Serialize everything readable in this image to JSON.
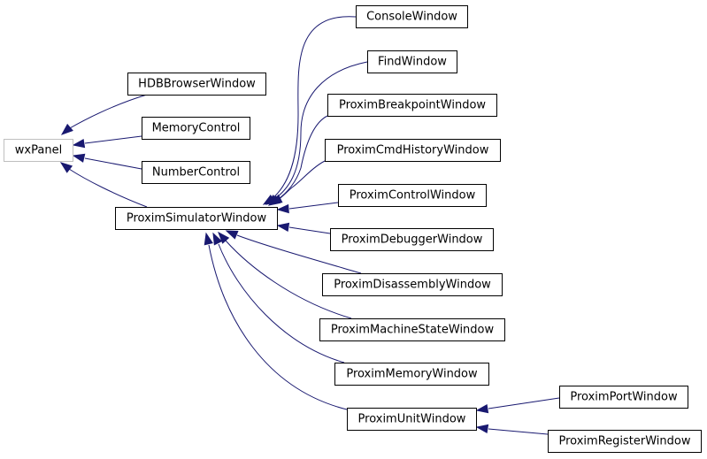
{
  "diagram": {
    "nodes": [
      {
        "id": "wxpanel",
        "label": "wxPanel",
        "muted": true
      },
      {
        "id": "hdb",
        "label": "HDBBrowserWindow"
      },
      {
        "id": "memctl",
        "label": "MemoryControl"
      },
      {
        "id": "numctl",
        "label": "NumberControl"
      },
      {
        "id": "simwin",
        "label": "ProximSimulatorWindow"
      },
      {
        "id": "console",
        "label": "ConsoleWindow"
      },
      {
        "id": "find",
        "label": "FindWindow"
      },
      {
        "id": "bp",
        "label": "ProximBreakpointWindow"
      },
      {
        "id": "cmdhist",
        "label": "ProximCmdHistoryWindow"
      },
      {
        "id": "control",
        "label": "ProximControlWindow"
      },
      {
        "id": "debugger",
        "label": "ProximDebuggerWindow"
      },
      {
        "id": "disasm",
        "label": "ProximDisassemblyWindow"
      },
      {
        "id": "machstate",
        "label": "ProximMachineStateWindow"
      },
      {
        "id": "memwin",
        "label": "ProximMemoryWindow"
      },
      {
        "id": "unit",
        "label": "ProximUnitWindow"
      },
      {
        "id": "port",
        "label": "ProximPortWindow"
      },
      {
        "id": "register",
        "label": "ProximRegisterWindow"
      }
    ],
    "edges": [
      {
        "from": "hdb",
        "to": "wxpanel"
      },
      {
        "from": "memctl",
        "to": "wxpanel"
      },
      {
        "from": "numctl",
        "to": "wxpanel"
      },
      {
        "from": "simwin",
        "to": "wxpanel"
      },
      {
        "from": "console",
        "to": "simwin"
      },
      {
        "from": "find",
        "to": "simwin"
      },
      {
        "from": "bp",
        "to": "simwin"
      },
      {
        "from": "cmdhist",
        "to": "simwin"
      },
      {
        "from": "control",
        "to": "simwin"
      },
      {
        "from": "debugger",
        "to": "simwin"
      },
      {
        "from": "disasm",
        "to": "simwin"
      },
      {
        "from": "machstate",
        "to": "simwin"
      },
      {
        "from": "memwin",
        "to": "simwin"
      },
      {
        "from": "unit",
        "to": "simwin"
      },
      {
        "from": "port",
        "to": "unit"
      },
      {
        "from": "register",
        "to": "unit"
      }
    ],
    "colors": {
      "edge": "#191970",
      "node_border": "#000000",
      "root_border": "#bfbfbf"
    }
  }
}
